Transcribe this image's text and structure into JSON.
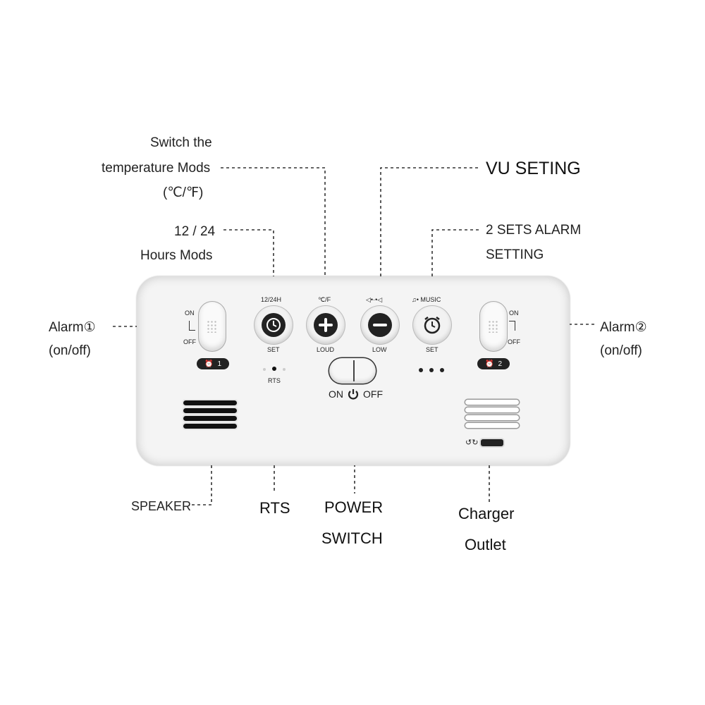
{
  "callouts": {
    "temp_line1": "Switch the",
    "temp_line2": "temperature Mods",
    "temp_line3": "(℃/℉)",
    "hours_line1": "12 / 24",
    "hours_line2": "Hours Mods",
    "vu": "VU SETING",
    "alarm_sets_line1": "2 SETS ALARM",
    "alarm_sets_line2": "SETTING",
    "alarm1_line1": "Alarm①",
    "alarm1_line2": "(on/off)",
    "alarm2_line1": "Alarm②",
    "alarm2_line2": "(on/off)",
    "speaker": "SPEAKER",
    "rts": "RTS",
    "power_line1": "POWER",
    "power_line2": "SWITCH",
    "charger_line1": "Charger",
    "charger_line2": "Outlet"
  },
  "device": {
    "btn_1224_top": "12/24H",
    "btn_1224_bottom": "SET",
    "btn_plus_top": "℃/F",
    "btn_plus_bottom": "LOUD",
    "btn_minus_top": "◁•·•◁",
    "btn_minus_bottom": "LOW",
    "btn_alarm_top": "♫• MUSIC",
    "btn_alarm_bottom": "SET",
    "switch_on": "ON",
    "switch_off": "OFF",
    "rts_label": "RTS",
    "power_on": "ON",
    "power_off": "OFF",
    "badge1": "1",
    "badge2": "2"
  }
}
